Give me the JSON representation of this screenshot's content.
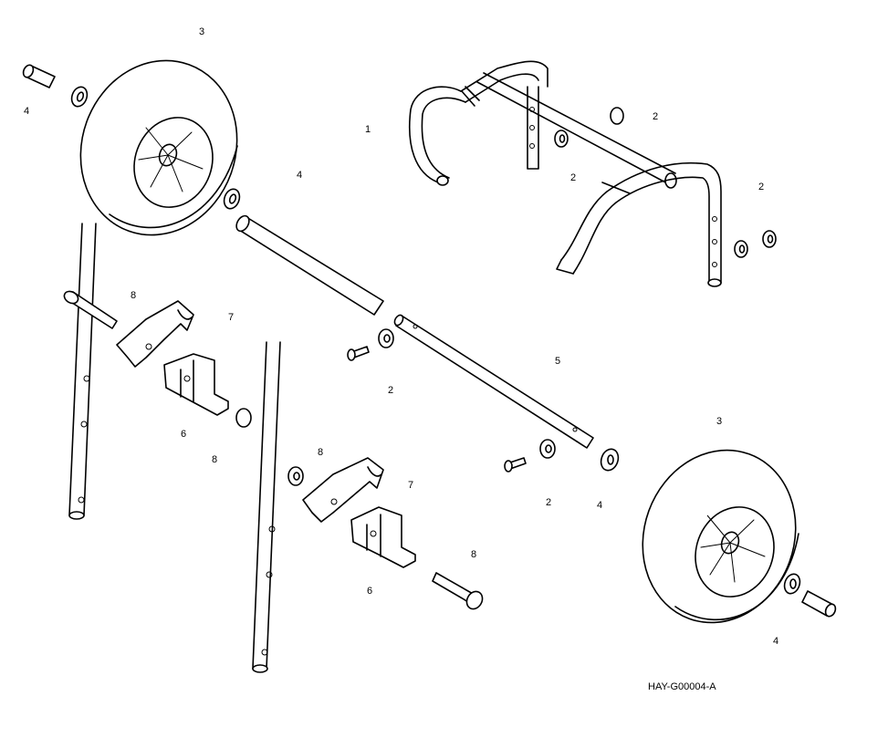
{
  "diagram": {
    "drawing_code": "HAY-G00004-A",
    "callouts": {
      "frame": "1",
      "washer": "2",
      "wheel": "3",
      "spacer": "4",
      "axle": "5",
      "bracket": "6",
      "clip": "7",
      "bolt": "8"
    }
  }
}
